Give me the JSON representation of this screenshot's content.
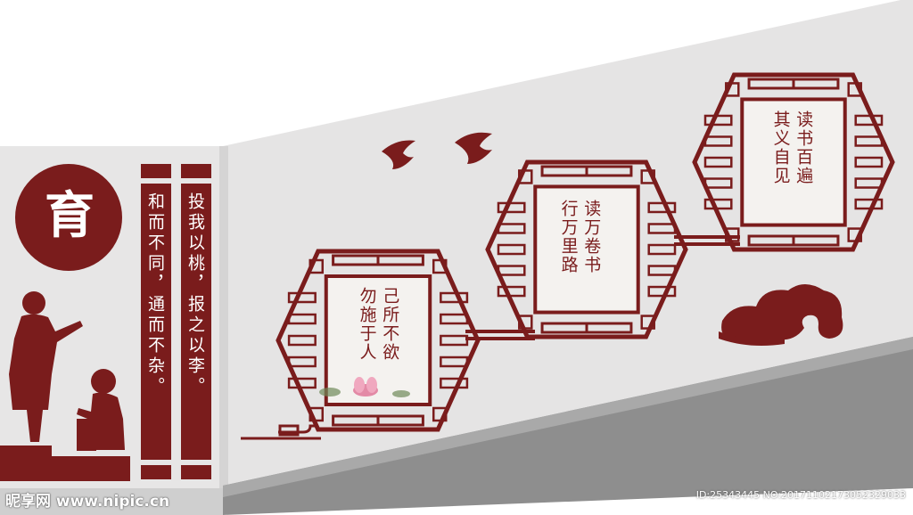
{
  "colors": {
    "maroon": "#7a1c1c",
    "wall": "#e6e5e5",
    "wall_shade": "#d7d6d6",
    "floor": "#8f8f8f",
    "panel_bg": "#f4f2ef"
  },
  "badge": {
    "char": "育"
  },
  "banners": {
    "left": "和而不同，通而不杂。",
    "right": "投我以桃，报之以李。"
  },
  "panels": [
    {
      "id": "panel-1",
      "lines": [
        "己所不欲",
        "勿施于人"
      ]
    },
    {
      "id": "panel-2",
      "lines": [
        "读万卷书",
        "行万里路"
      ]
    },
    {
      "id": "panel-3",
      "lines": [
        "读书百遍",
        "其义自见"
      ]
    }
  ],
  "icons": [
    "swallow-icon",
    "auspicious-cloud-icon",
    "teacher-student-silhouette",
    "lotus-icon"
  ],
  "watermark": {
    "left": "昵享网 www.nipic.cn",
    "right": "ID:25343445 NO:20171102173052329033"
  }
}
